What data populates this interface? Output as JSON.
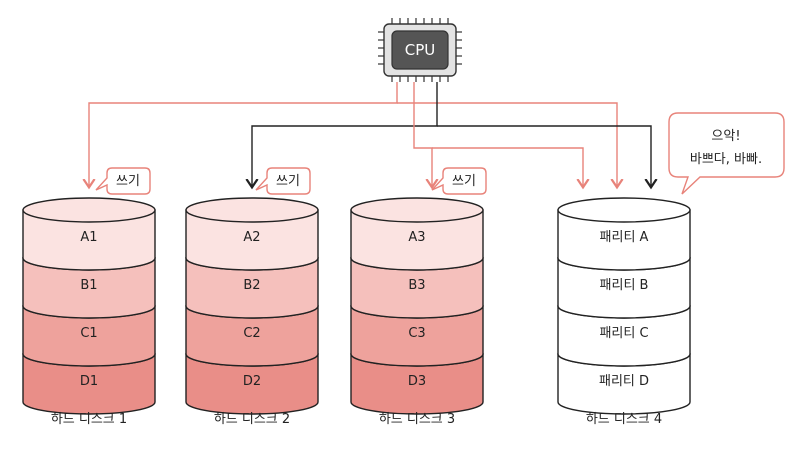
{
  "cpu": {
    "label": "CPU"
  },
  "write_label": "쓰기",
  "parity_bubble": {
    "line1": "으악!",
    "line2": "바쁘다, 바빠."
  },
  "colors": {
    "red_line": "#e8837a",
    "black_line": "#222222",
    "fill_a": "#fbe3e1",
    "fill_b": "#f5c0bc",
    "fill_c": "#eea29c",
    "fill_d": "#e98e88",
    "parity_fill": "#ffffff"
  },
  "disks": [
    {
      "caption": "하드 디스크 1",
      "blocks": [
        "A1",
        "B1",
        "C1",
        "D1"
      ]
    },
    {
      "caption": "하드 디스크 2",
      "blocks": [
        "A2",
        "B2",
        "C2",
        "D2"
      ]
    },
    {
      "caption": "하드 디스크 3",
      "blocks": [
        "A3",
        "B3",
        "C3",
        "D3"
      ]
    },
    {
      "caption": "하드 디스크 4",
      "blocks": [
        "패리티 A",
        "패리티 B",
        "패리티 C",
        "패리티 D"
      ]
    }
  ]
}
